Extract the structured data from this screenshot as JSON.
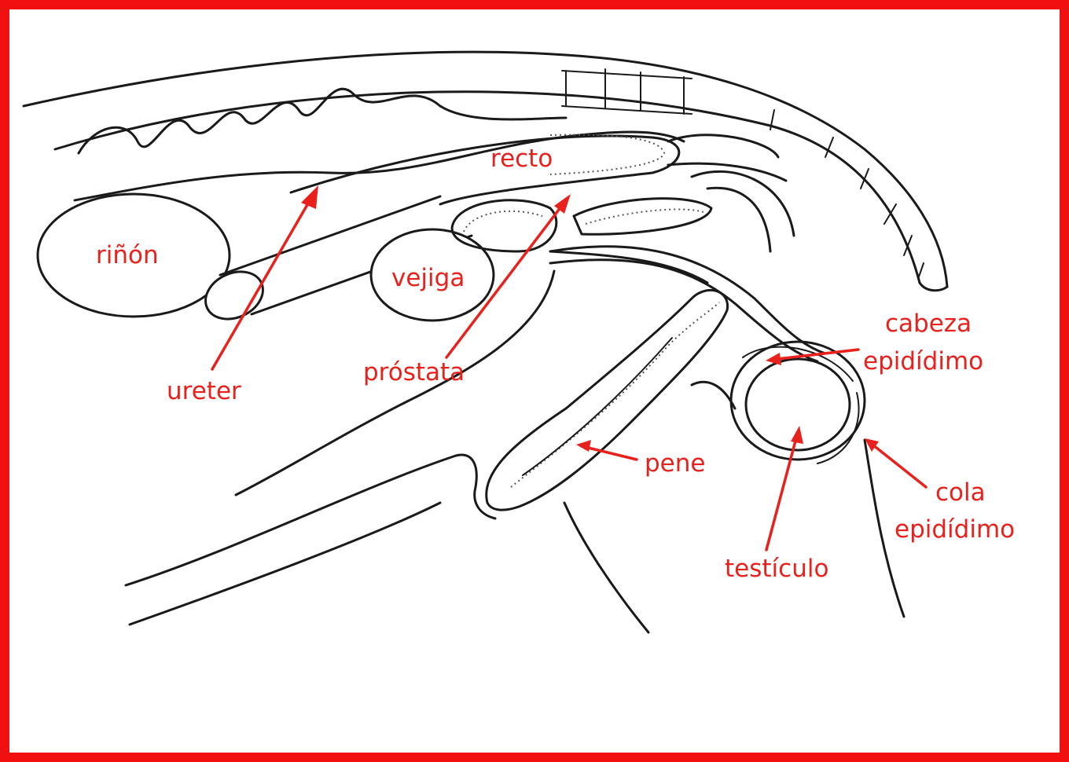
{
  "colors": {
    "frame": "#f01010",
    "label": "#e8211d",
    "line": "#1a1a1a"
  },
  "labels": {
    "rinon": "riñón",
    "recto": "recto",
    "vejiga": "vejiga",
    "ureter": "ureter",
    "prostata": "próstata",
    "cabeza_line1": "cabeza",
    "cabeza_line2": "epidídimo",
    "pene": "pene",
    "cola_line1": "cola",
    "cola_line2": "epidídimo",
    "testiculo": "testículo"
  }
}
